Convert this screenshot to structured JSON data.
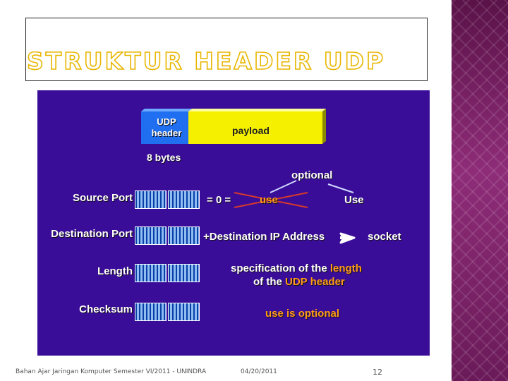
{
  "slide": {
    "title": "STRUKTUR HEADER UDP",
    "footer_left": "Bahan Ajar Jaringan Komputer Semester VI/2011 - UNINDRA",
    "footer_date": "04/20/2011",
    "page_number": "12"
  },
  "diagram": {
    "udp_box": "UDP header",
    "payload_box": "payload",
    "size_label": "8 bytes",
    "optional_label": "optional",
    "fields": [
      "Source Port",
      "Destination Port",
      "Length",
      "Checksum"
    ],
    "source_port": {
      "eq": "= 0 =",
      "use": "use",
      "use_right": "Use"
    },
    "destination_port": {
      "plus": "+Destination IP Address",
      "socket": "socket"
    },
    "length": {
      "l1a": "specification of the ",
      "l1b": "length",
      "l2a": "of the ",
      "l2b": "UDP header"
    },
    "checksum": {
      "note": "use is optional"
    },
    "colors": {
      "panel": "#3a0d99",
      "udp_box": "#1f6ff0",
      "payload": "#f5f000",
      "highlight": "#ff9a1a",
      "cross": "#d63a2a"
    }
  }
}
